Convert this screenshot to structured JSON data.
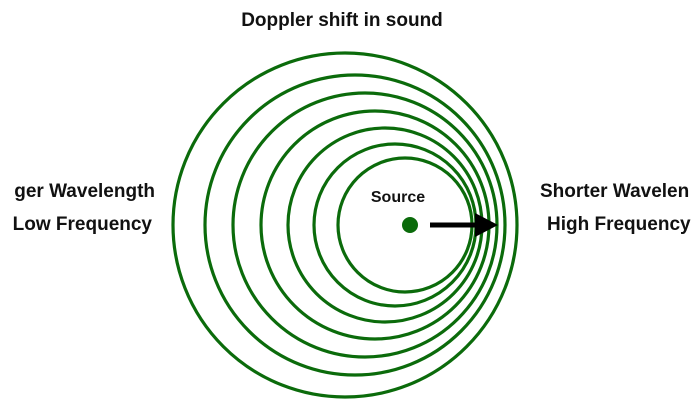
{
  "title": "Doppler shift in sound",
  "left_side": {
    "line1": "ger Wavelength",
    "line2": "Low Frequency"
  },
  "right_side": {
    "line1": "Shorter Wavelen",
    "line2": "High Frequency"
  },
  "source_label": "Source",
  "colors": {
    "wavefront": "#0b6b0b",
    "source_dot": "#0b6b0b",
    "arrow": "#000000",
    "text": "#111111",
    "background": "#ffffff"
  },
  "wavefront_count": 7,
  "motion_direction": "right"
}
